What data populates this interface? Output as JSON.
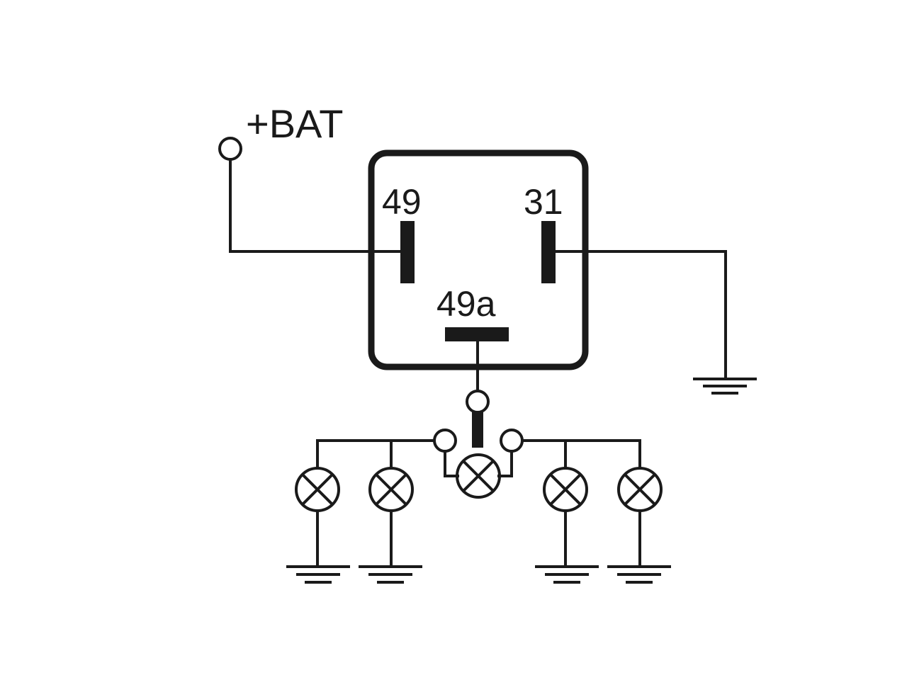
{
  "labels": {
    "battery": "+BAT",
    "terminal_49": "49",
    "terminal_31": "31",
    "terminal_49a": "49a"
  },
  "colors": {
    "line": "#1a1a1a",
    "background": "#ffffff"
  },
  "components": {
    "relay": "flasher-relay",
    "switch": "turn-signal-switch",
    "lamps": [
      "lamp-left-outer",
      "lamp-left-inner",
      "lamp-indicator",
      "lamp-right-inner",
      "lamp-right-outer"
    ],
    "grounds": [
      "ground-relay",
      "ground-1",
      "ground-2",
      "ground-3",
      "ground-4"
    ]
  }
}
